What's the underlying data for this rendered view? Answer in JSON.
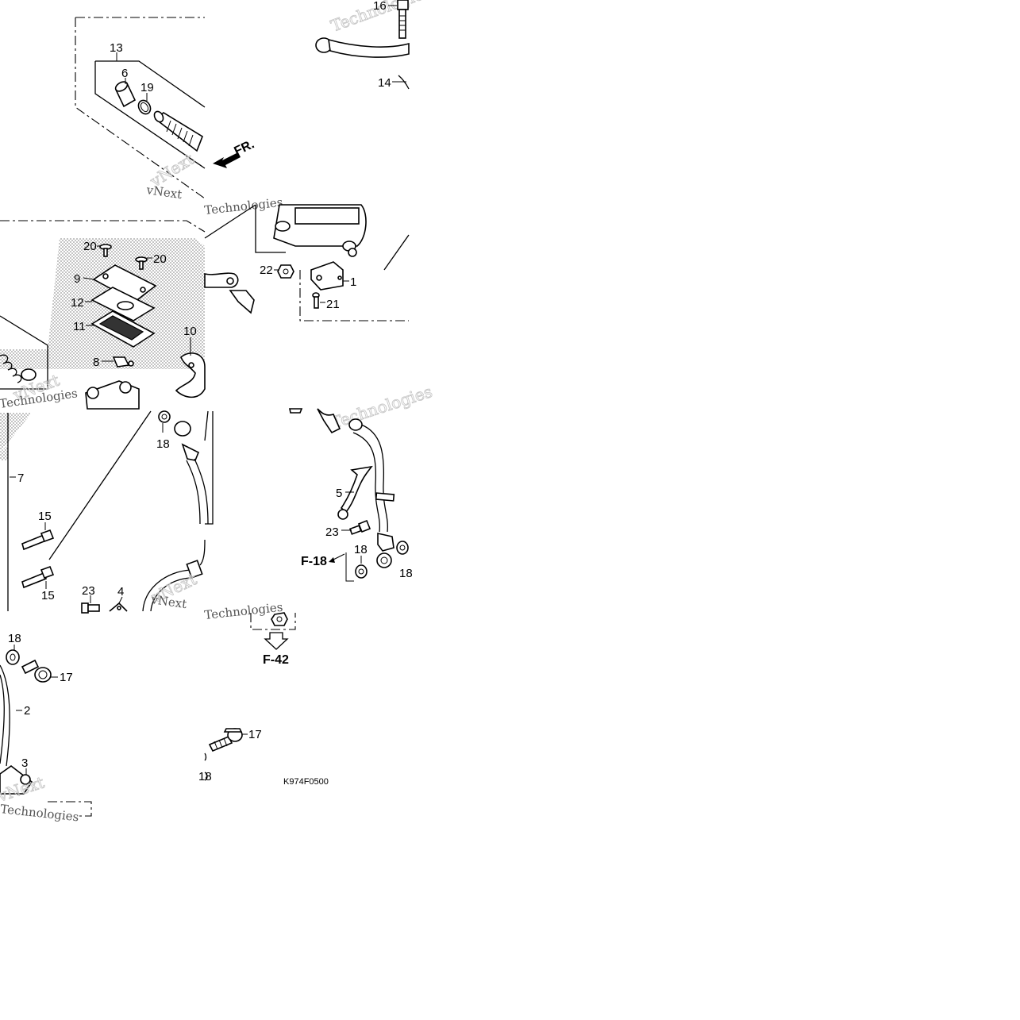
{
  "drawing_code": "K974F0500",
  "direction_arrow": {
    "label": "FR."
  },
  "references": [
    {
      "label": "F-18"
    },
    {
      "label": "F-42"
    }
  ],
  "watermark": {
    "brand": "vNext",
    "company": "Technologies"
  },
  "callouts": [
    "16",
    "14",
    "13",
    "6",
    "19",
    "20",
    "20",
    "9",
    "12",
    "11",
    "8",
    "10",
    "22",
    "1",
    "21",
    "18",
    "7",
    "15",
    "15",
    "23",
    "4",
    "5",
    "23",
    "18",
    "18",
    "18",
    "17",
    "2",
    "3",
    "17",
    "18"
  ],
  "colors": {
    "line": "#000000",
    "screen": "#cccccc",
    "background": "#ffffff"
  }
}
